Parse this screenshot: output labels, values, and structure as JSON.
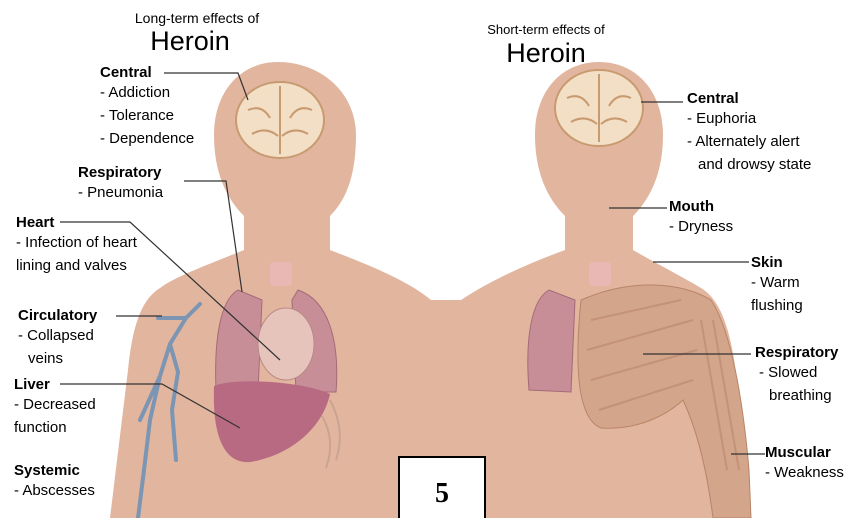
{
  "long_term": {
    "title_small": "Long-term effects of",
    "title_big": "Heroin",
    "sections": [
      {
        "heading": "Central",
        "items": [
          "- Addiction",
          "- Tolerance",
          "- Dependence"
        ]
      },
      {
        "heading": "Respiratory",
        "items": [
          "- Pneumonia"
        ]
      },
      {
        "heading": "Heart",
        "items": [
          "- Infection of heart",
          "lining and valves"
        ]
      },
      {
        "heading": "Circulatory",
        "items": [
          "- Collapsed",
          "veins"
        ]
      },
      {
        "heading": "Liver",
        "items": [
          "- Decreased",
          "function"
        ]
      },
      {
        "heading": "Systemic",
        "items": [
          "- Abscesses"
        ]
      }
    ]
  },
  "short_term": {
    "title_small": "Short-term effects of",
    "title_big": "Heroin",
    "sections": [
      {
        "heading": "Central",
        "items": [
          "- Euphoria",
          "- Alternately alert",
          "and drowsy state"
        ]
      },
      {
        "heading": "Mouth",
        "items": [
          "- Dryness"
        ]
      },
      {
        "heading": "Skin",
        "items": [
          "- Warm",
          "flushing"
        ]
      },
      {
        "heading": "Respiratory",
        "items": [
          "- Slowed",
          "breathing"
        ]
      },
      {
        "heading": "Muscular",
        "items": [
          "- Weakness"
        ]
      }
    ]
  },
  "badge": "5",
  "colors": {
    "skin": "#e2b59f",
    "brain": "#f3dfc5",
    "lung": "#c78e98",
    "liver": "#b86a82",
    "vein": "#7b95b3",
    "muscle": "#d3a58a"
  }
}
